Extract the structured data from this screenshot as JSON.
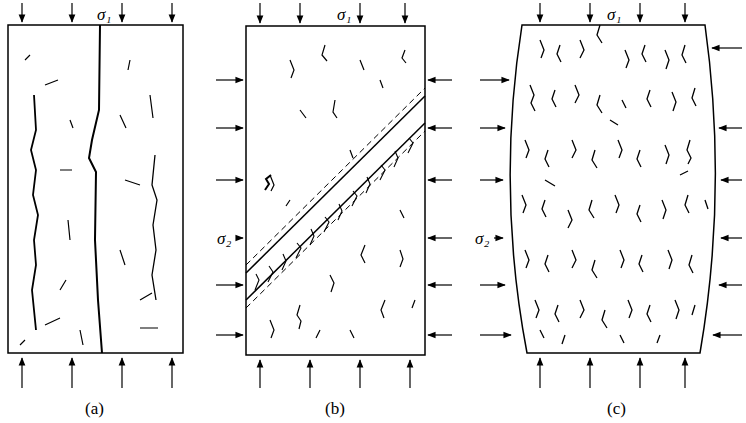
{
  "diagram": {
    "labels": [
      "σ₁",
      "σ₁",
      "σ₁",
      "σ₂",
      "σ₂",
      "(a)",
      "(b)",
      "(c)"
    ]
  }
}
